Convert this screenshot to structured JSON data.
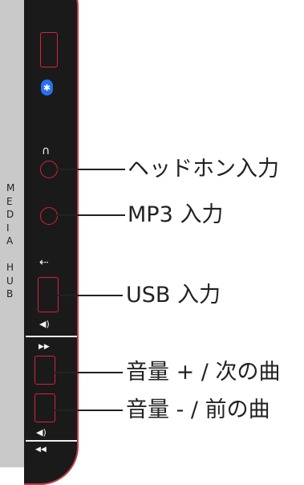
{
  "strip_label": "MEDIA HUB",
  "labels": {
    "headphone_input": "ヘッドホン入力",
    "mp3_input": "MP3 入力",
    "usb_input": "USB 入力",
    "volume_up_next": "音量 + / 次の曲",
    "volume_down_prev": "音量 - / 前の曲"
  },
  "icons": {
    "bluetooth": "bluetooth-icon",
    "headphone": "headphone-icon",
    "usb": "usb-icon",
    "speaker": "speaker-icon",
    "fast_forward": "fast-forward-icon",
    "rewind": "rewind-icon"
  },
  "colors": {
    "hub_body": "#1a1a1a",
    "port_outline": "#d8233b",
    "border_accent": "#c0404c",
    "strip": "#c9c9c9",
    "bluetooth": "#2a6ff0"
  }
}
